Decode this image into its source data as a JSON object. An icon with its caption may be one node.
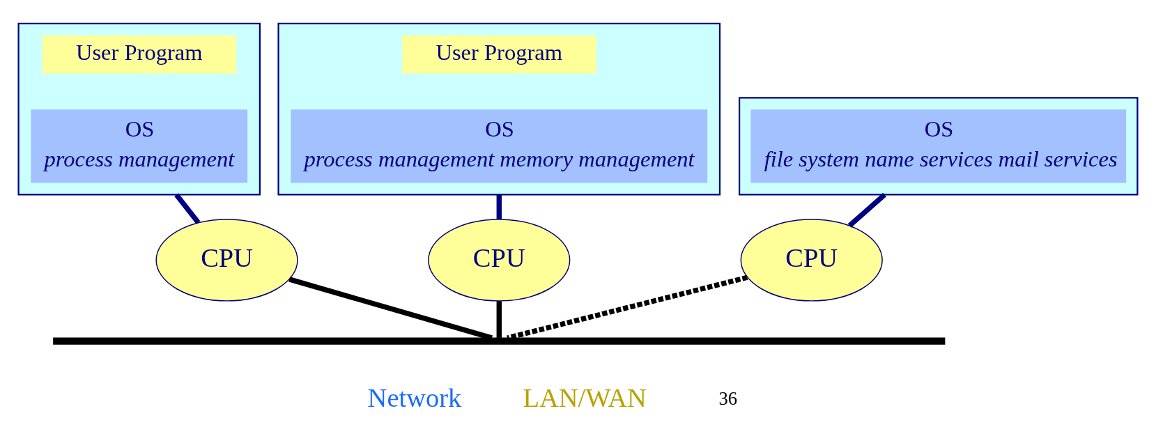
{
  "diagram": {
    "nodes": [
      {
        "text": [],
        "shape": "box"
      },
      {
        "text": [
          "User Program"
        ],
        "in": 0
      },
      {
        "text": [
          "OS",
          "process management"
        ],
        "in": 0
      },
      {
        "text": [],
        "shape": "box"
      },
      {
        "text": [
          "User Program"
        ],
        "in": 3
      },
      {
        "text": [
          "OS",
          "process management memory management"
        ],
        "in": 3
      },
      {
        "text": [],
        "shape": "box"
      },
      {
        "text": [
          "OS",
          "file system name services mail services"
        ],
        "in": 6
      },
      {
        "text": [
          "CPU"
        ]
      },
      {
        "text": [
          "CPU"
        ]
      },
      {
        "text": [
          "CPU"
        ]
      },
      {
        "text": [],
        "shape": "bar",
        "beside": [
          "Network",
          "LAN/WAN"
        ]
      }
    ],
    "edges": [
      {
        "from": 0,
        "to": 8,
        "arrow": "none",
        "color": "#000080"
      },
      {
        "from": 3,
        "to": 9,
        "arrow": "none",
        "color": "#000080"
      },
      {
        "from": 6,
        "to": 10,
        "arrow": "none",
        "color": "#000080"
      },
      {
        "from": 8,
        "to": 11,
        "arrow": "none",
        "color": "#000000"
      },
      {
        "from": 9,
        "to": 11,
        "arrow": "none",
        "color": "#000000"
      },
      {
        "from": 10,
        "to": 11,
        "arrow": "none",
        "style": "dashed",
        "color": "#000000"
      }
    ],
    "labels": [
      "36"
    ]
  }
}
